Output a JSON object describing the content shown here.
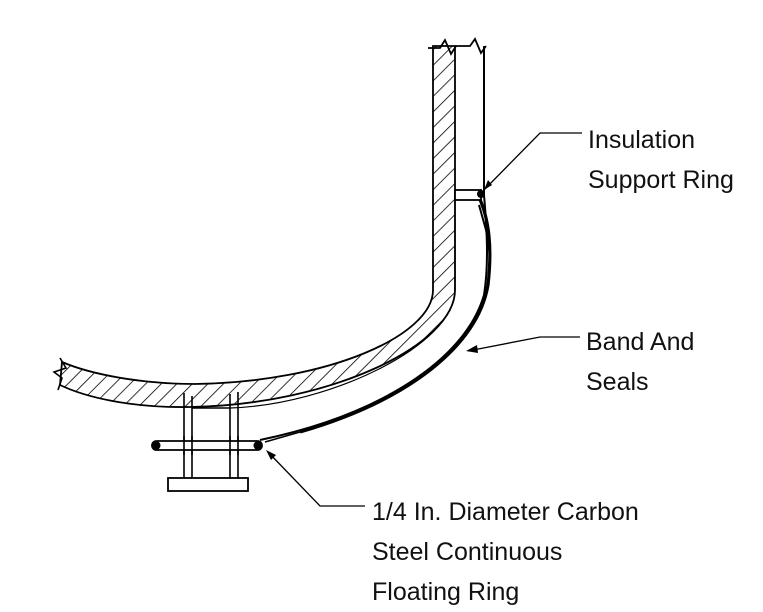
{
  "labels": {
    "insulation_support_ring": [
      "Insulation",
      "Support Ring"
    ],
    "band_and_seals": [
      "Band And",
      "Seals"
    ],
    "floating_ring": [
      "1/4 In. Diameter Carbon",
      "Steel Continuous",
      "Floating Ring"
    ]
  },
  "colors": {
    "line": "#000000",
    "background": "#ffffff",
    "text": "#111111"
  }
}
